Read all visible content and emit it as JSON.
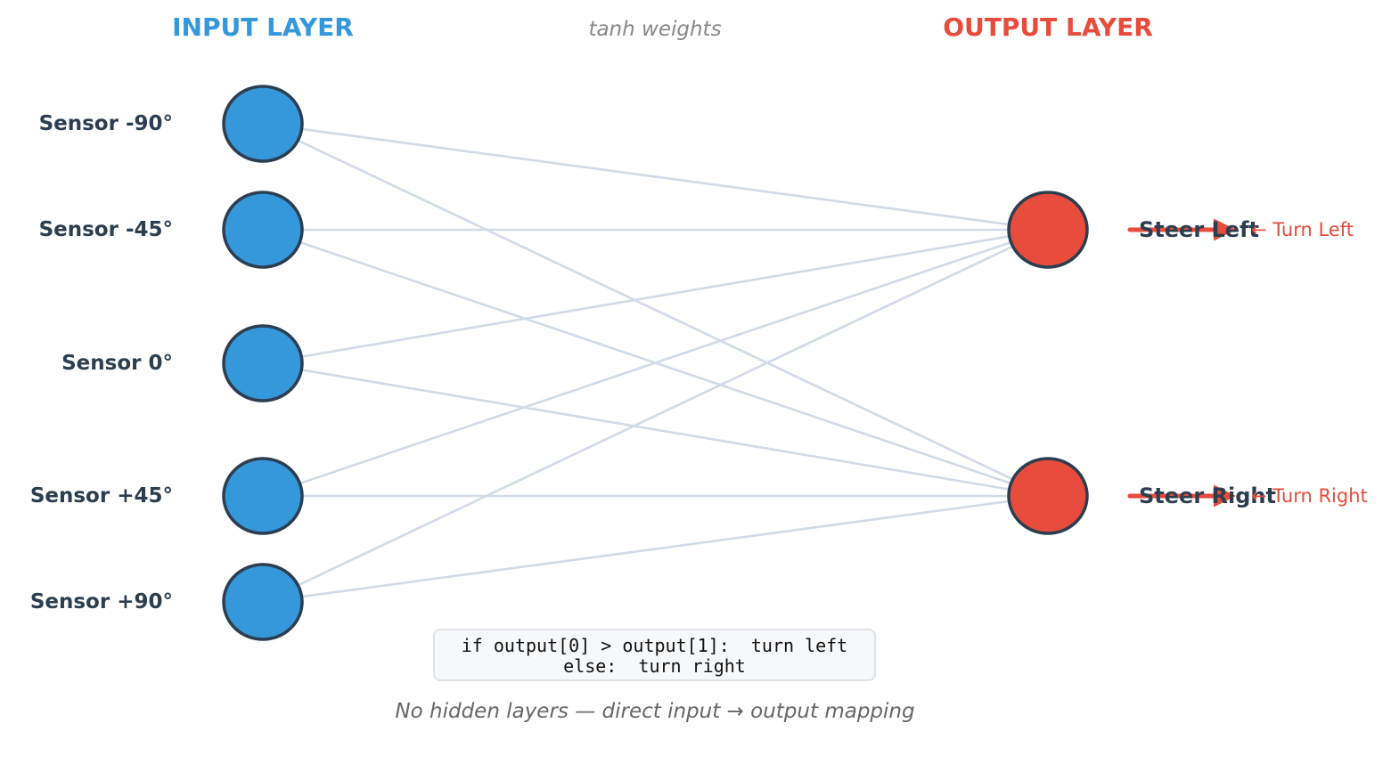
{
  "headers": {
    "input_layer": "INPUT LAYER",
    "weights": "tanh weights",
    "output_layer": "OUTPUT LAYER"
  },
  "inputs": [
    {
      "label": "Sensor -90°"
    },
    {
      "label": "Sensor -45°"
    },
    {
      "label": "Sensor 0°"
    },
    {
      "label": "Sensor +45°"
    },
    {
      "label": "Sensor +90°"
    }
  ],
  "outputs": [
    {
      "label": "Steer Left",
      "direction": "← Turn Left"
    },
    {
      "label": "Steer Right",
      "direction": "← Turn Right"
    }
  ],
  "rule": {
    "line1": "if output[0] > output[1]:  turn left",
    "line2": "else:  turn right"
  },
  "footnote": "No hidden layers — direct input → output mapping",
  "colors": {
    "input_node": "#3498db",
    "output_node": "#e74c3c",
    "node_stroke": "#2c3e50",
    "connection": "#d1dae7",
    "arrow": "#e74c3c"
  }
}
